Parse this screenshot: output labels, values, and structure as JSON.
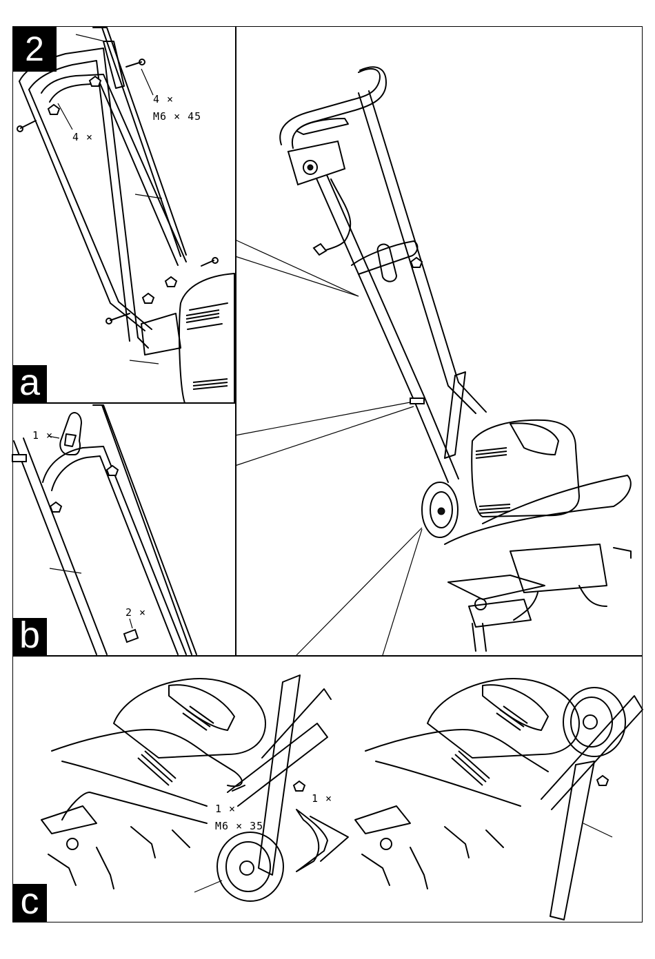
{
  "step_number": "2",
  "panels": {
    "a": {
      "letter": "a",
      "label_qty_bolts": "4 ×",
      "label_bolt_size": "M6 × 45",
      "label_qty_knobs": "4 ×"
    },
    "b": {
      "letter": "b",
      "label_qty_hook": "1 ×",
      "label_qty_clips": "2 ×"
    },
    "c": {
      "letter": "c",
      "label_qty_bolt": "1 ×",
      "label_bolt_size": "M6 × 35",
      "label_qty_nut": "1 ×"
    }
  },
  "colors": {
    "line": "#000000",
    "background": "#ffffff",
    "badge": "#000000",
    "badge_text": "#ffffff"
  },
  "icons": [
    "step-badge",
    "panel-letter-badge",
    "arrow-shape"
  ]
}
